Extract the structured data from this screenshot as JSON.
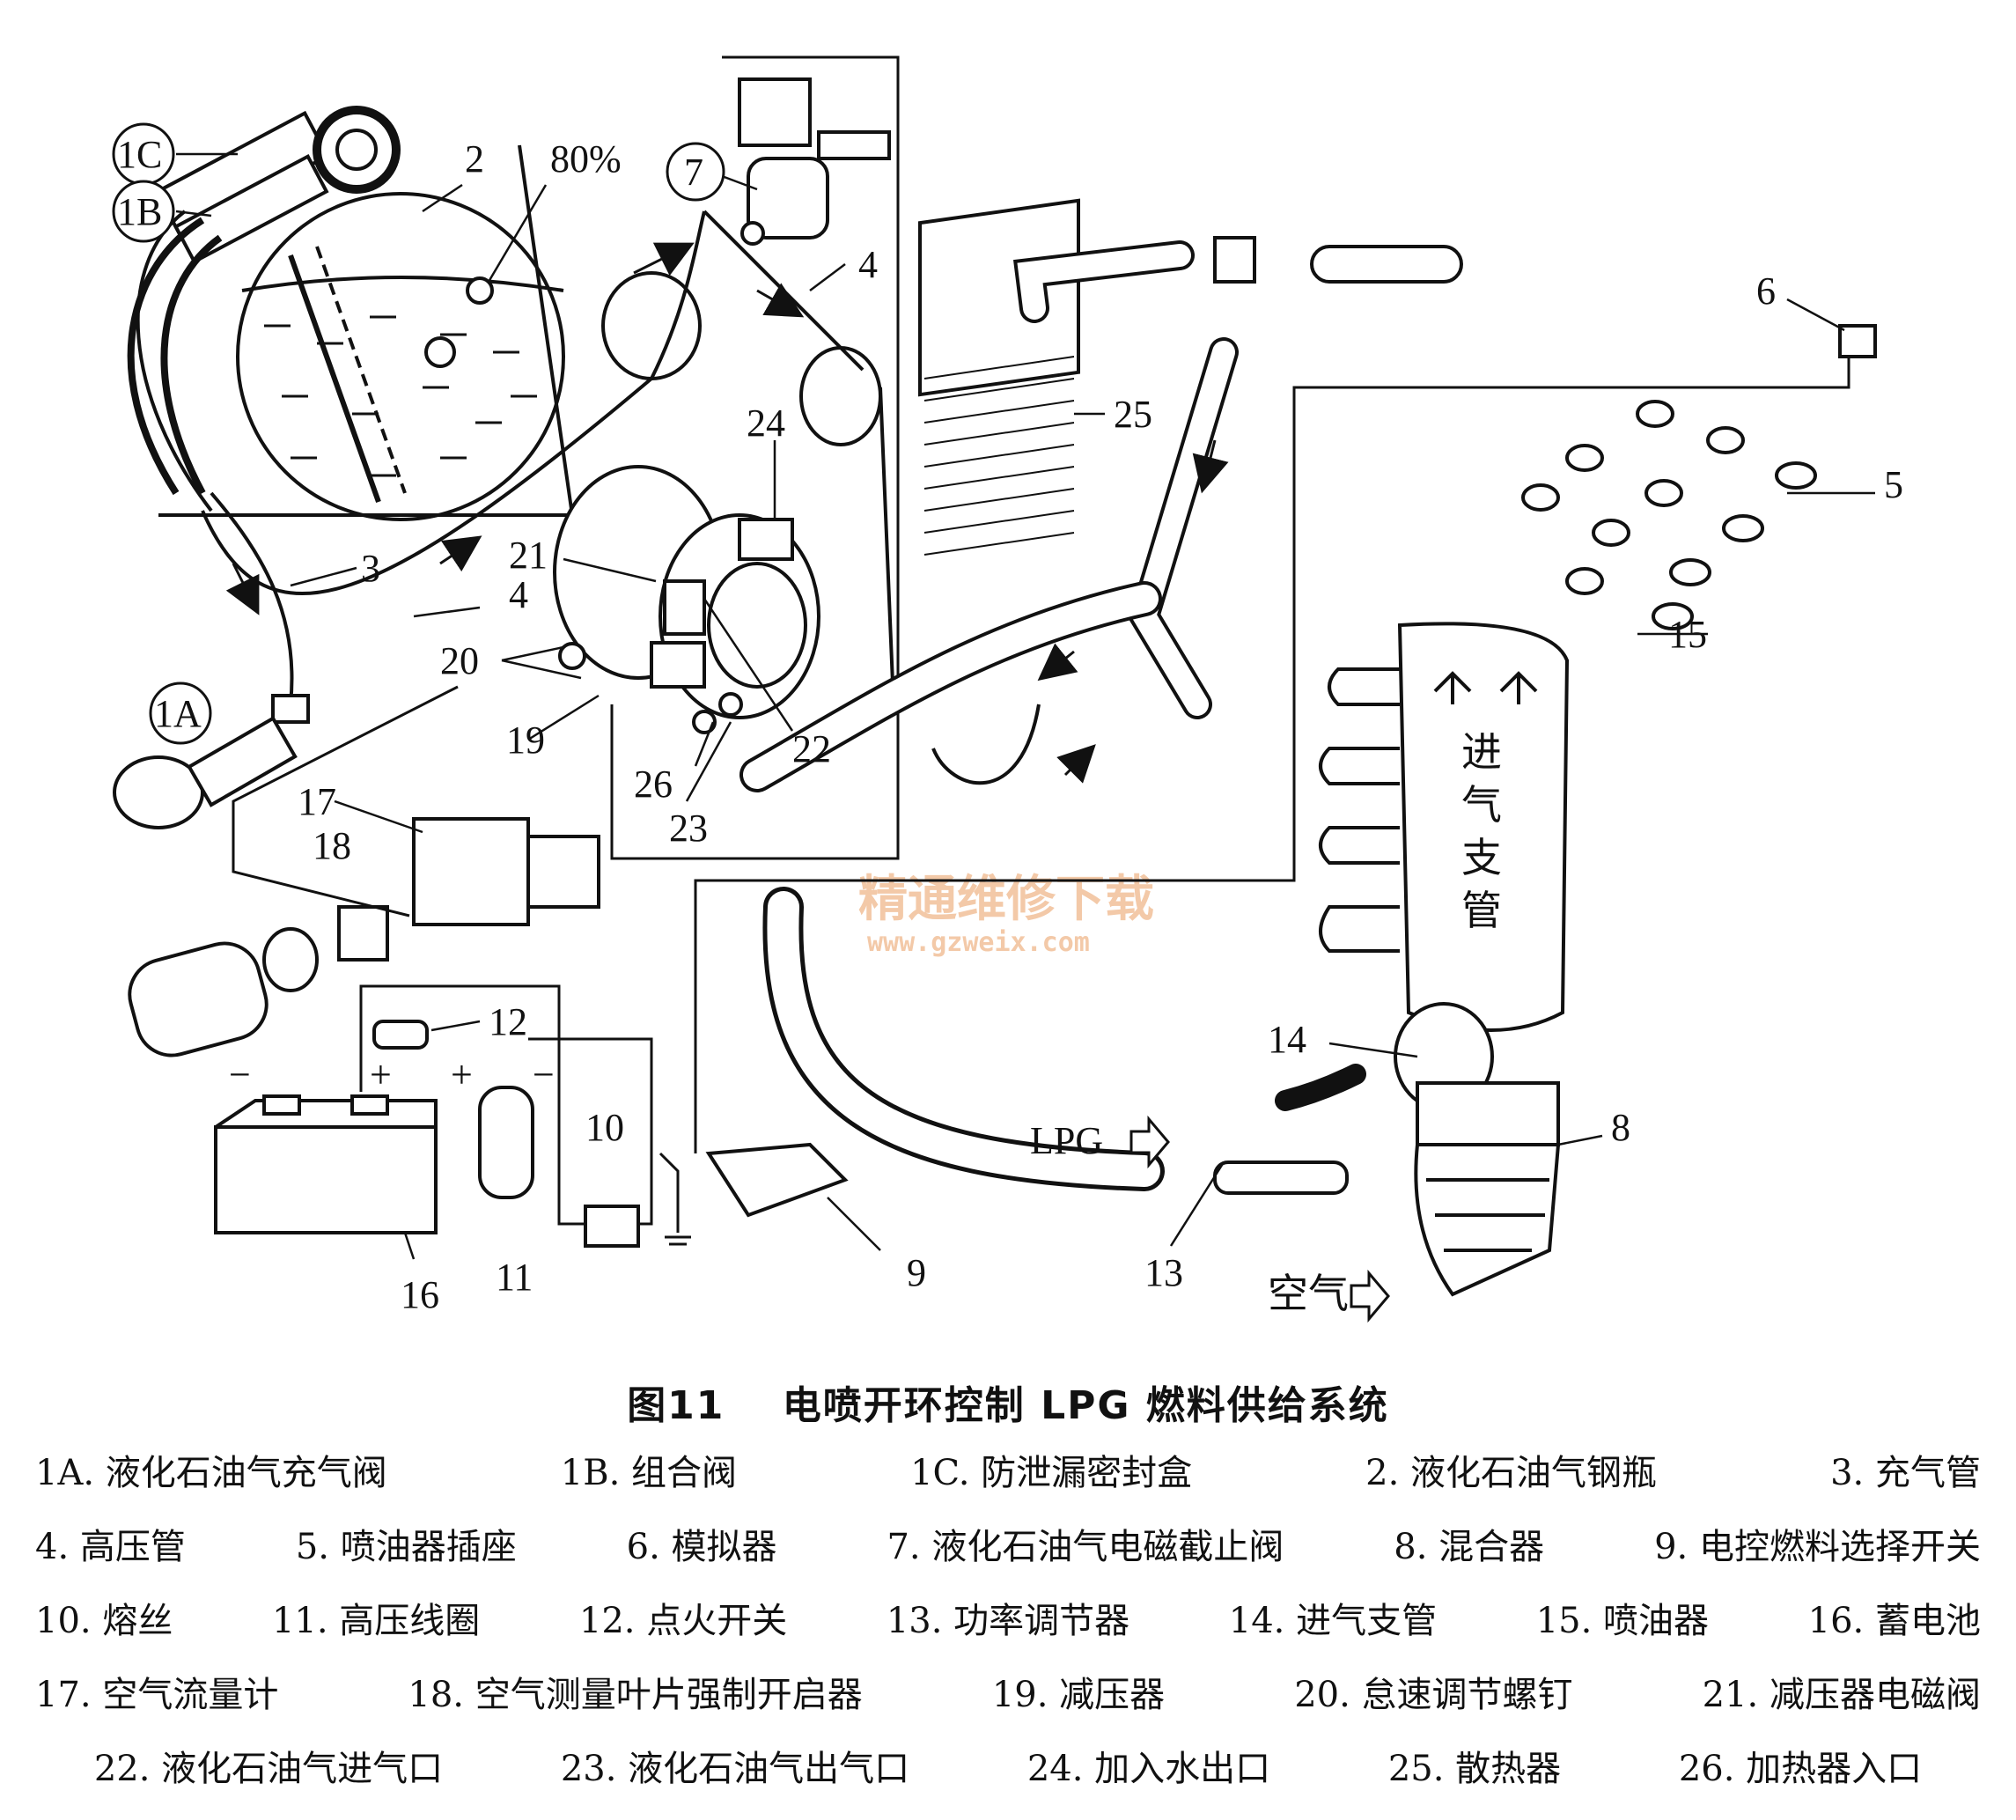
{
  "labels": {
    "l1C": "1C",
    "l1B": "1B",
    "l1A": "1A",
    "l7": "7",
    "l2": "2",
    "pct": "80%",
    "l4a": "4",
    "l4b": "4",
    "l3": "3",
    "l21": "21",
    "l20": "20",
    "l19": "19",
    "l24": "24",
    "l25": "25",
    "l22": "22",
    "l26": "26",
    "l23": "23",
    "l6": "6",
    "l5": "5",
    "l15": "15",
    "l17": "17",
    "l18": "18",
    "l12": "12",
    "l10": "10",
    "l11": "11",
    "l16": "16",
    "l9": "9",
    "l13": "13",
    "l14": "14",
    "l8": "8",
    "plus1": "+",
    "minus1": "−",
    "plus2": "+",
    "minus2": "−",
    "lpg": "LPG",
    "air": "空气",
    "manifold": [
      "进",
      "气",
      "支",
      "管"
    ]
  },
  "watermark": {
    "cn": "精通维修下载",
    "url": "www.gzweix.com"
  },
  "caption": {
    "fig": "图11",
    "title": "电喷开环控制 LPG 燃料供给系统"
  },
  "legend": [
    [
      "1A. 液化石油气充气阀",
      "1B. 组合阀",
      "1C. 防泄漏密封盒",
      "2. 液化石油气钢瓶",
      "3. 充气管"
    ],
    [
      "4. 高压管",
      "5. 喷油器插座",
      "6. 模拟器",
      "7. 液化石油气电磁截止阀",
      "8. 混合器",
      "9. 电控燃料选择开关"
    ],
    [
      "10. 熔丝",
      "11. 高压线圈",
      "12. 点火开关",
      "13. 功率调节器",
      "14. 进气支管",
      "15. 喷油器",
      "16. 蓄电池"
    ],
    [
      "17. 空气流量计",
      "18. 空气测量叶片强制开启器",
      "19. 减压器",
      "20. 怠速调节螺钉",
      "21. 减压器电磁阀"
    ],
    [
      "22. 液化石油气进气口",
      "23. 液化石油气出气口",
      "24. 加入水出口",
      "25. 散热器",
      "26. 加热器入口"
    ]
  ]
}
